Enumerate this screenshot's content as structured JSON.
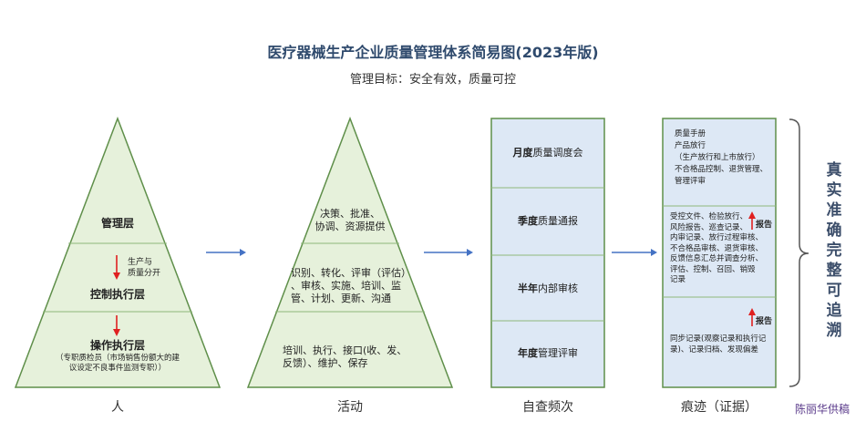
{
  "title": "医疗器械生产企业质量管理体系简易图(2023年版)",
  "subtitle": "管理目标：安全有效，质量可控",
  "people": {
    "caption": "人",
    "mgmt": "管理层",
    "sep_note": "生产与\n质量分开",
    "control": "控制执行层",
    "operate": "操作执行层",
    "operate_note": "（专职质检员（市场销售份额大的建\n议设定不良事件监测专职））"
  },
  "activity": {
    "caption": "活动",
    "top": "决策、批准、\n协调、资源提供",
    "mid": "识别、转化、评审（评估）\n、审核、实施、培训、监\n管、计划、更新、沟通",
    "bottom": "培训、执行、接口(收、发、\n反馈）、维护、保存"
  },
  "frequency": {
    "caption": "自查频次",
    "items": [
      {
        "bold": "月度",
        "rest": "质量调度会"
      },
      {
        "bold": "季度",
        "rest": "质量通报"
      },
      {
        "bold": "半年",
        "rest": "内部审核"
      },
      {
        "bold": "年度",
        "rest": "管理评审"
      }
    ]
  },
  "evidence": {
    "caption": "痕迹（证据）",
    "top": "质量手册\n产品放行\n（生产放行和上市放行）\n不合格品控制、退货管理、\n管理评审",
    "mid": "受控文件、检验放行、\n风险报告、巡查记录、\n内审记录、放行过程审核、\n不合格品审核、退货审核、\n反馈信息汇总并调查分析、\n评估、控制、召回、销毁\n记录",
    "bottom": "同步记录(观察记录和执行记\n录)、记录归档、发现偏差",
    "report1": "报告",
    "report2": "报告"
  },
  "vertical_text": "真实准确完整可追溯",
  "author": "陈丽华供稿",
  "colors": {
    "triangle_fill": "#e6f1db",
    "triangle_stroke": "#5f8f4a",
    "box_fill": "#dde8f5",
    "arrow_blue": "#4472c4",
    "arrow_red": "#e02020",
    "title": "#2f4a6d"
  }
}
